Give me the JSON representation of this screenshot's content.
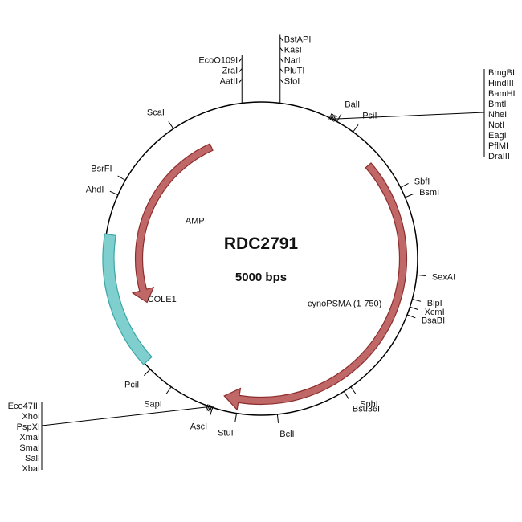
{
  "title": "RDC2791",
  "size_label": "5000 bps",
  "total_bp": 5000,
  "colors": {
    "cds": "#c06767",
    "cds_stroke": "#8d2e2e",
    "ori": "#7fcfcf",
    "ori_stroke": "#3aa6a6",
    "backbone": "#000000"
  },
  "features": [
    {
      "name": "AMP",
      "type": "cds",
      "start_deg": 336,
      "end_deg": 249,
      "direction": "ccw"
    },
    {
      "name": "cynoPSMA (1-750)",
      "type": "cds",
      "start_deg": 49,
      "end_deg": 195,
      "direction": "cw"
    },
    {
      "name": "COLE1",
      "type": "ori",
      "start_deg": 228,
      "end_deg": 279,
      "direction": "none"
    }
  ],
  "sites": [
    {
      "deg": 353,
      "labels": [
        "EcoO109I",
        "ZraI",
        "AatII"
      ]
    },
    {
      "deg": 7,
      "labels": [
        "BstAPI",
        "KasI",
        "NarI",
        "PluTI",
        "SfoI"
      ]
    },
    {
      "deg": 27,
      "labels": [
        "BmgBI",
        "HindIII",
        "BamHI",
        "BmtI",
        "NheI",
        "NotI",
        "EagI",
        "PflMI",
        "DraIII"
      ]
    },
    {
      "deg": 29,
      "labels": [
        "BalI"
      ]
    },
    {
      "deg": 36,
      "labels": [
        "PsiI"
      ]
    },
    {
      "deg": 63,
      "labels": [
        "SbfI"
      ]
    },
    {
      "deg": 67,
      "labels": [
        "BsmI"
      ]
    },
    {
      "deg": 96,
      "labels": [
        "SexAI"
      ]
    },
    {
      "deg": 105,
      "labels": [
        "BlpI"
      ]
    },
    {
      "deg": 108,
      "labels": [
        "XcmI"
      ]
    },
    {
      "deg": 111,
      "labels": [
        "BsaBI"
      ]
    },
    {
      "deg": 145,
      "labels": [
        "SphI"
      ]
    },
    {
      "deg": 148,
      "labels": [
        "Bsu36I"
      ]
    },
    {
      "deg": 174,
      "labels": [
        "BclI"
      ]
    },
    {
      "deg": 189,
      "labels": [
        "StuI"
      ]
    },
    {
      "deg": 198,
      "labels": [
        "AscI"
      ]
    },
    {
      "deg": 199,
      "labels": [
        "Eco47III",
        "XhoI",
        "PspXI",
        "XmaI",
        "SmaI",
        "SalI",
        "XbaI"
      ]
    },
    {
      "deg": 215,
      "labels": [
        "SapI"
      ]
    },
    {
      "deg": 225,
      "labels": [
        "PciI"
      ]
    },
    {
      "deg": 294,
      "labels": [
        "AhdI"
      ]
    },
    {
      "deg": 300,
      "labels": [
        "BsrFI"
      ]
    },
    {
      "deg": 326,
      "labels": [
        "ScaI"
      ]
    }
  ]
}
